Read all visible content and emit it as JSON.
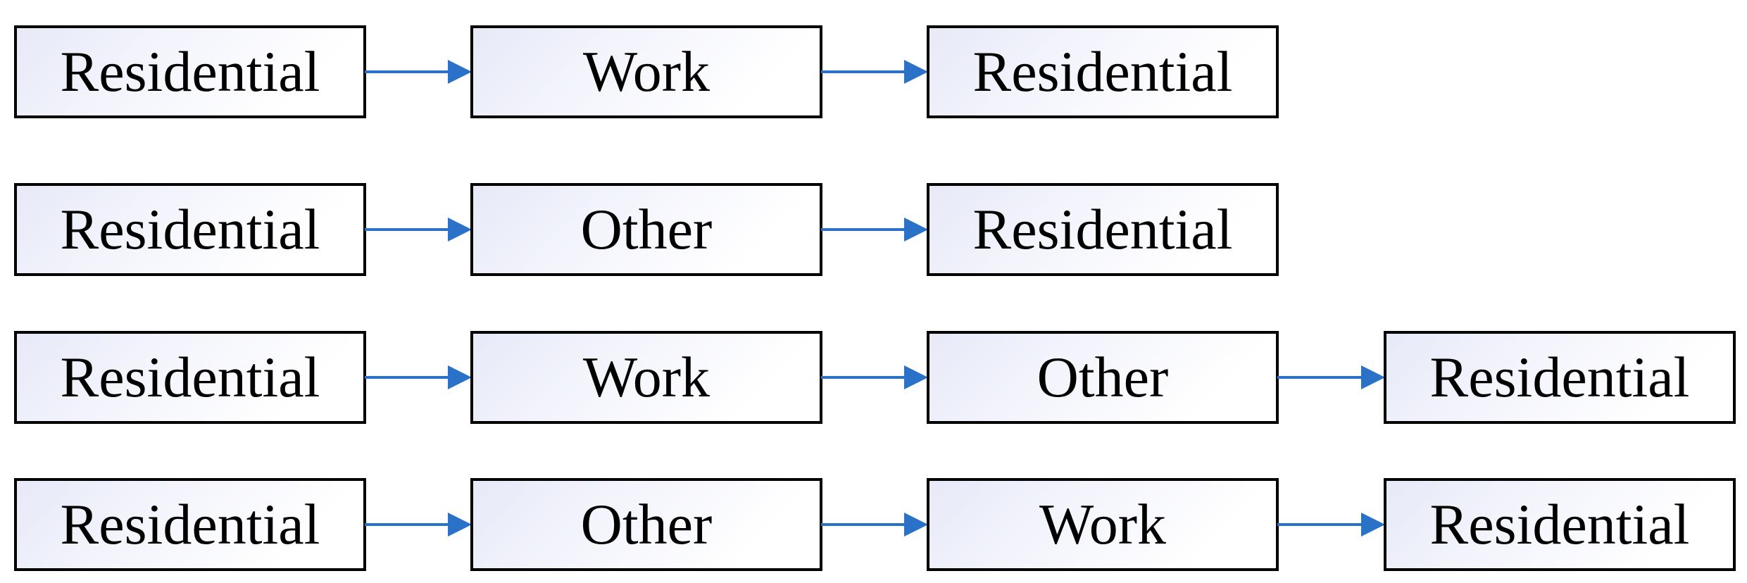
{
  "flows": [
    {
      "steps": [
        "Residential",
        "Work",
        "Residential"
      ]
    },
    {
      "steps": [
        "Residential",
        "Other",
        "Residential"
      ]
    },
    {
      "steps": [
        "Residential",
        "Work",
        "Other",
        "Residential"
      ]
    },
    {
      "steps": [
        "Residential",
        "Other",
        "Work",
        "Residential"
      ]
    }
  ],
  "colors": {
    "arrow": "#2a72c7",
    "border": "#000000",
    "fill_start": "#e7e9f8",
    "fill_end": "#ffffff"
  }
}
